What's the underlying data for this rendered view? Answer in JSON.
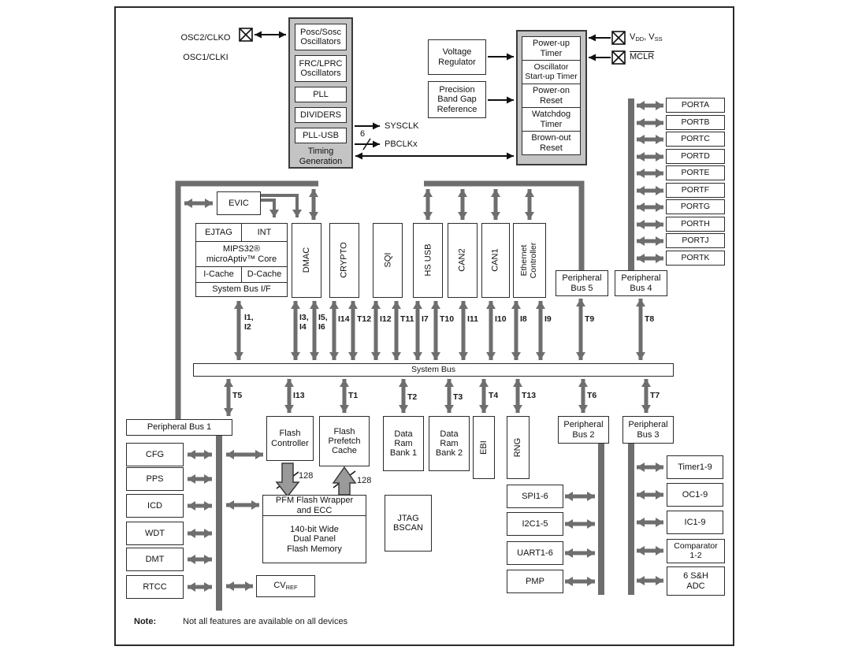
{
  "clock": {
    "pin_line1": "OSC2/CLKO",
    "pin_line2": "OSC1/CLKI",
    "timing_blocks": [
      "Posc/Sosc\nOscillators",
      "FRC/LPRC\nOscillators",
      "PLL",
      "DIVIDERS",
      "PLL-USB"
    ],
    "timing_label": "Timing\nGeneration",
    "sysclk_label": "SYSCLK",
    "pbclk_label": "PBCLKx",
    "pbclk_width": "6"
  },
  "power": {
    "voltage_regulator": "Voltage\nRegulator",
    "band_gap": "Precision\nBand Gap\nReference",
    "rows": [
      "Power-up\nTimer",
      "Oscillator\nStart-up Timer",
      "Power-on\nReset",
      "Watchdog\nTimer",
      "Brown-out\nReset"
    ],
    "vdd_parts": [
      "V",
      "DD",
      ", V",
      "SS"
    ],
    "mclr": "MCLR"
  },
  "ports": [
    "PORTA",
    "PORTB",
    "PORTC",
    "PORTD",
    "PORTE",
    "PORTF",
    "PORTG",
    "PORTH",
    "PORTJ",
    "PORTK"
  ],
  "core": {
    "evic": "EVIC",
    "ejtag": "EJTAG",
    "int": "INT",
    "mips": "MIPS32®\nmicroAptiv™ Core",
    "icache": "I-Cache",
    "dcache": "D-Cache",
    "sysbus_if": "System Bus I/F"
  },
  "blocks": [
    "DMAC",
    "CRYPTO",
    "SQI",
    "HS USB",
    "CAN2",
    "CAN1",
    "Ethernet\nController"
  ],
  "peripheral_buses": {
    "pb1": "Peripheral Bus 1",
    "pb2": "Peripheral\nBus 2",
    "pb3": "Peripheral\nBus 3",
    "pb4": "Peripheral\nBus 4",
    "pb5": "Peripheral\nBus 5"
  },
  "system_bus": "System Bus",
  "bus_labels_top": [
    "I1,\nI2",
    "I3,\nI4",
    "I5,\nI6",
    "I14",
    "T12",
    "I12",
    "T11",
    "I7",
    "T10",
    "I11",
    "I10",
    "I8",
    "I9",
    "T9",
    "T8"
  ],
  "bus_labels_bottom": [
    "T5",
    "I13",
    "T1",
    "T2",
    "T3",
    "T4",
    "T13",
    "T6",
    "T7"
  ],
  "memory": {
    "flash_controller": "Flash\nController",
    "prefetch": "Flash\nPrefetch\nCache",
    "bus_width": "128",
    "pfm": "PFM Flash Wrapper\nand ECC",
    "flash_mem": "140-bit Wide\nDual Panel\nFlash Memory",
    "ram1": "Data\nRam\nBank 1",
    "ram2": "Data\nRam\nBank 2",
    "ebi": "EBI",
    "rng": "RNG",
    "jtag": "JTAG\nBSCAN"
  },
  "left_peripherals": [
    "CFG",
    "PPS",
    "ICD",
    "WDT",
    "DMT",
    "RTCC"
  ],
  "cvref_parts": [
    "CV",
    "REF"
  ],
  "comm_peripherals": [
    "SPI1-6",
    "I2C1-5",
    "UART1-6",
    "PMP"
  ],
  "right_peripherals": [
    "Timer1-9",
    "OC1-9",
    "IC1-9",
    "Comparator\n1-2",
    "6 S&H\nADC"
  ],
  "note": {
    "label": "Note:",
    "text": "Not all features are available on all devices"
  },
  "colors": {
    "bus_gray": "#6e6e6e",
    "block_fill": "#c4c4c4",
    "border": "#2b2b2b"
  }
}
